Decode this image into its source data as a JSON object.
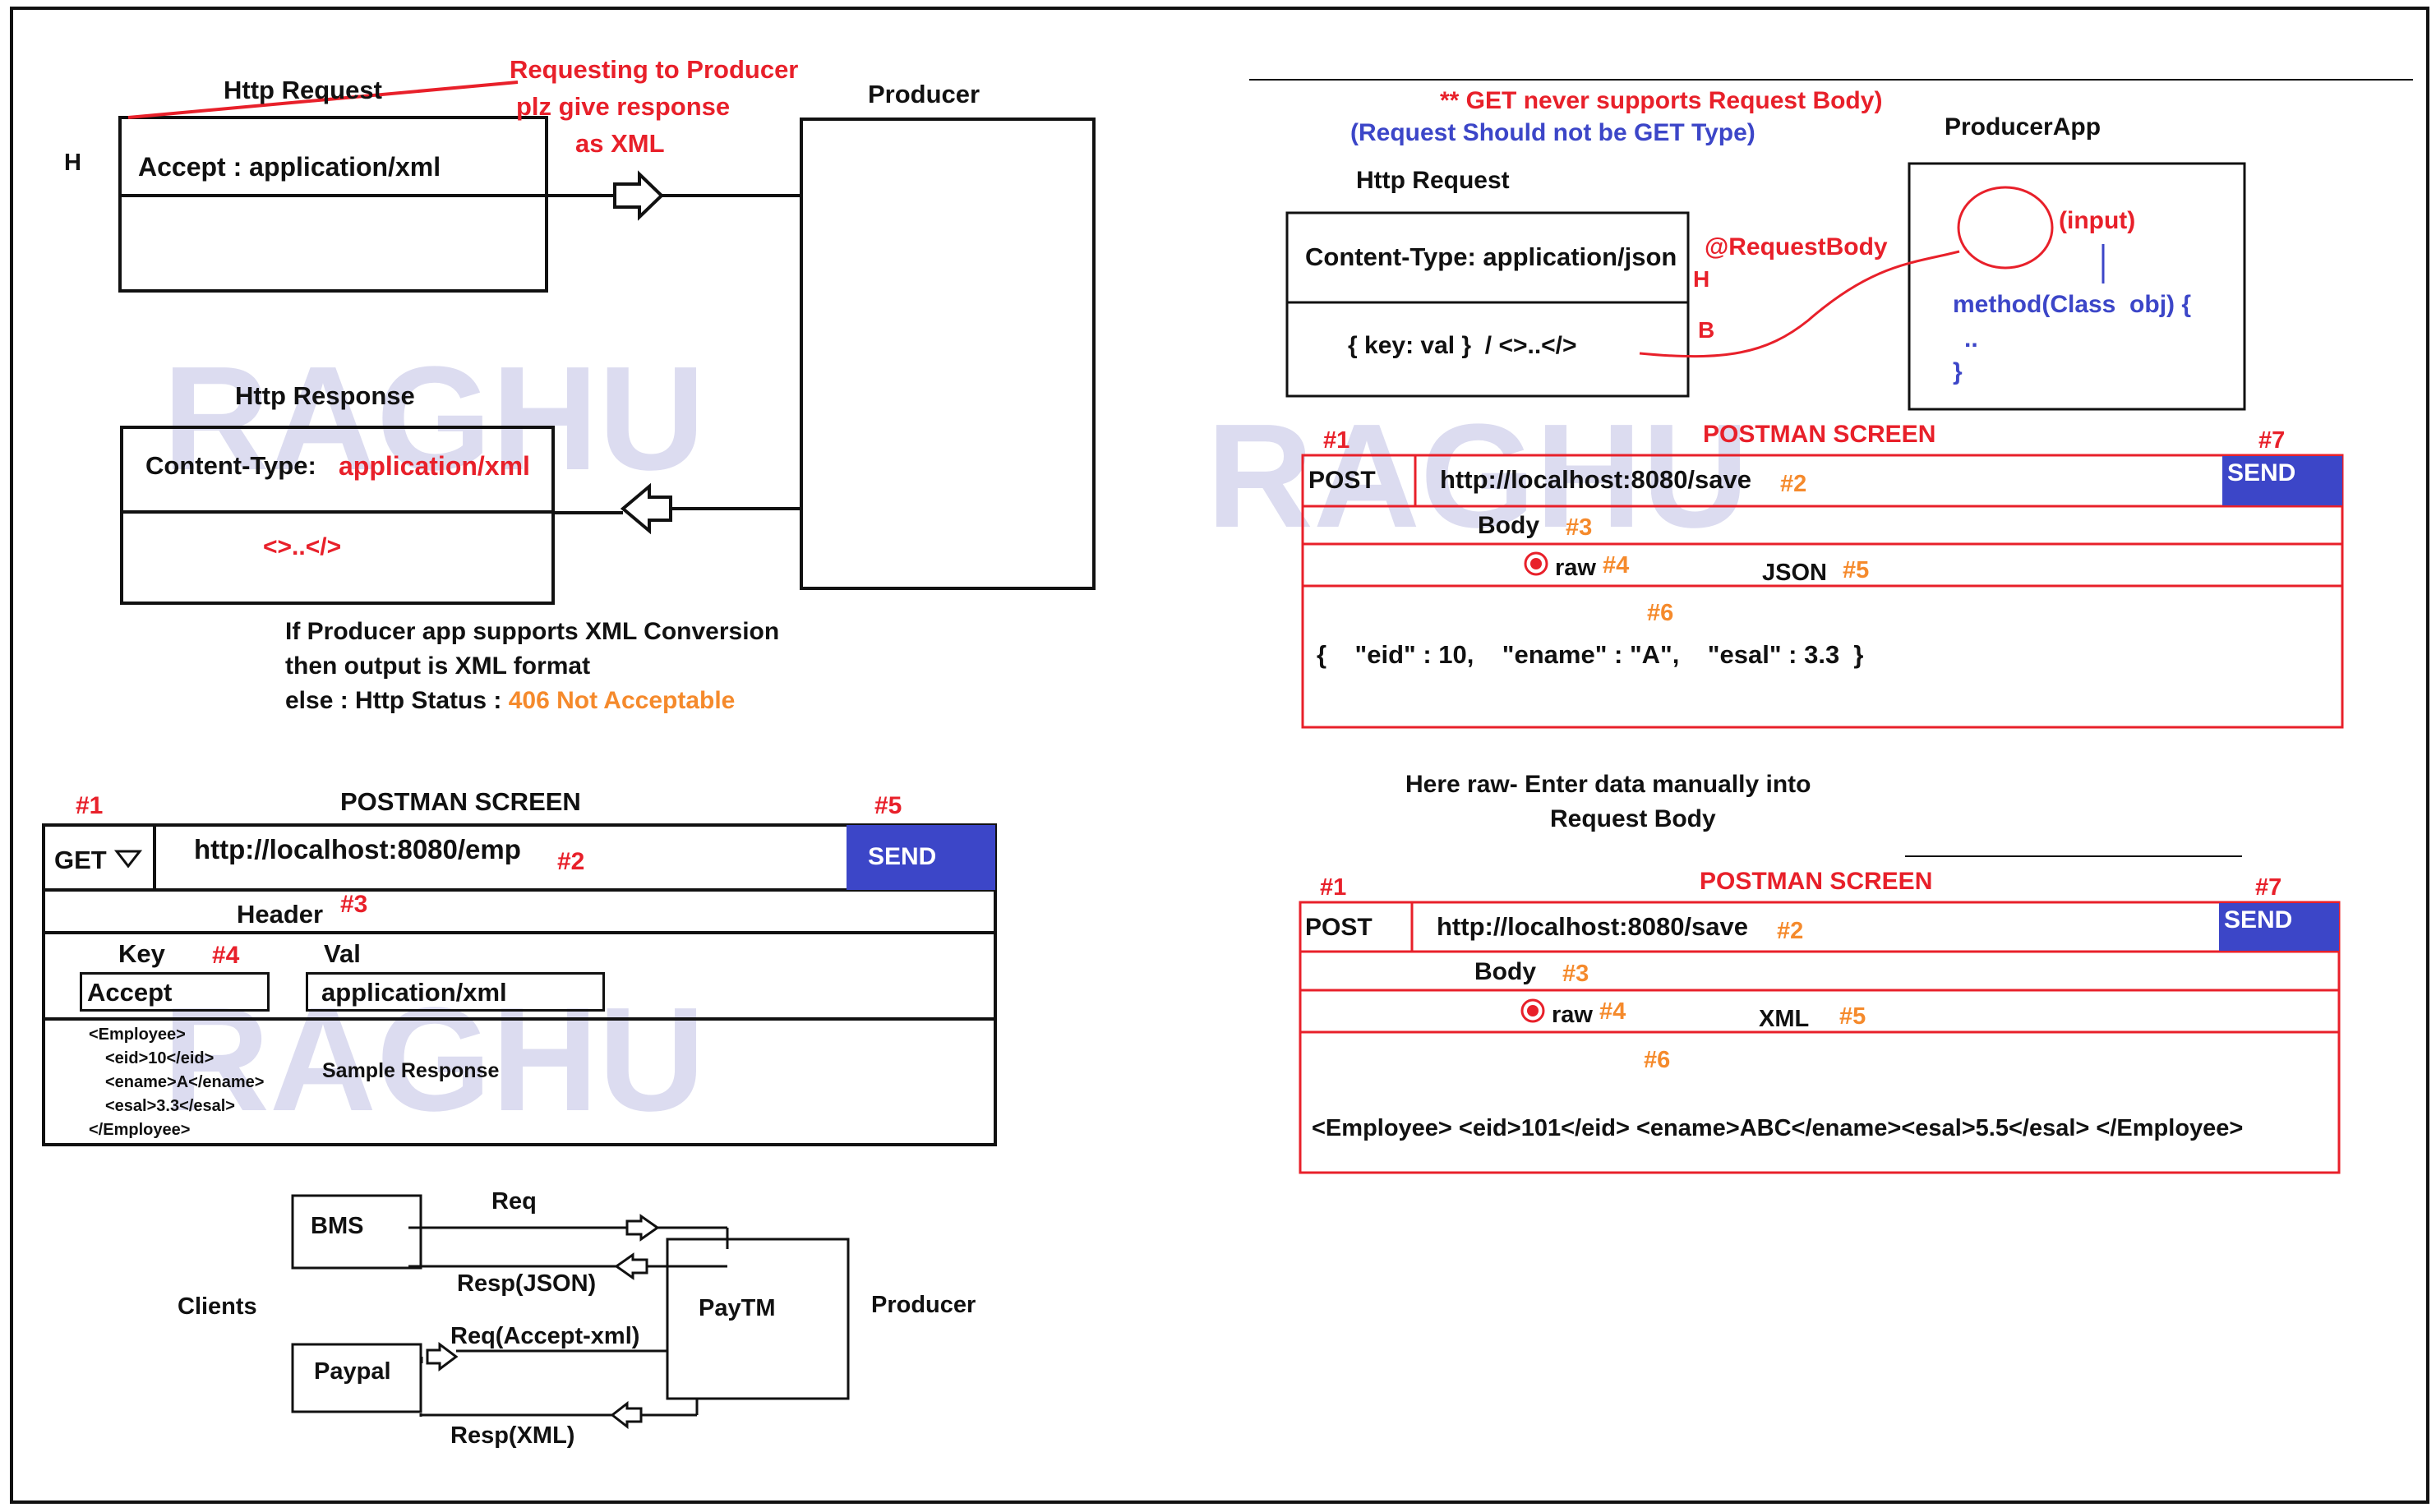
{
  "watermark": "RAGHU",
  "left": {
    "h_label": "H",
    "request_title": "Http Request",
    "accept_header": "Accept : application/xml",
    "annotation": [
      "Requesting to Producer",
      "plz give response",
      "as XML"
    ],
    "producer_title": "Producer",
    "response_title": "Http Response",
    "content_type_label": "Content-Type:",
    "content_type_value": "application/xml",
    "response_body": "<>..</>",
    "note_line1": "If Producer app supports XML Conversion",
    "note_line2": "then output is XML format",
    "note_line3_prefix": "else : Http Status : ",
    "note_line3_status": "406 Not Acceptable"
  },
  "postman_get": {
    "step1": "#1",
    "title": "POSTMAN SCREEN",
    "step5": "#5",
    "method": "GET",
    "url": "http://localhost:8080/emp",
    "step2": "#2",
    "send": "SEND",
    "header_label": "Header",
    "step3": "#3",
    "key_label": "Key",
    "step4": "#4",
    "val_label": "Val",
    "key_value": "Accept",
    "val_value": "application/xml",
    "sample_lines": [
      "<Employee>",
      "<eid>10</eid>",
      "<ename>A</ename>",
      "<esal>3.3</esal>",
      "</Employee>"
    ],
    "sample_label": "Sample Response"
  },
  "clients": {
    "bms": "BMS",
    "paypal": "Paypal",
    "clients_label": "Clients",
    "req": "Req",
    "resp_json": "Resp(JSON)",
    "req_accept": "Req(Accept-xml)",
    "resp_xml": "Resp(XML)",
    "paytm": "PayTM",
    "producer": "Producer"
  },
  "right": {
    "note_red": "** GET never supports Request Body)",
    "note_blue": "(Request Should not be GET Type)",
    "request_title": "Http Request",
    "content_type": "Content-Type: application/json",
    "body": "{ key: val }  / <>..</>",
    "h_marker": "H",
    "b_marker": "B",
    "request_body_ann": "@RequestBody",
    "producer_app_title": "ProducerApp",
    "input_label": "(input)",
    "method_line": "method(Class  obj) {",
    "dots": "..",
    "closing": "}"
  },
  "postman_json": {
    "step1": "#1",
    "title": "POSTMAN SCREEN",
    "step7": "#7",
    "method": "POST",
    "url": "http://localhost:8080/save",
    "step2": "#2",
    "send": "SEND",
    "body_label": "Body",
    "step3": "#3",
    "raw_label": "raw",
    "step4": "#4",
    "format_label": "JSON",
    "step5": "#5",
    "step6": "#6",
    "content": "{    \"eid\" : 10,    \"ename\" : \"A\",    \"esal\" : 3.3  }"
  },
  "raw_note": [
    "Here raw- Enter data manually into",
    "Request Body"
  ],
  "postman_xml": {
    "step1": "#1",
    "title": "POSTMAN SCREEN",
    "step7": "#7",
    "method": "POST",
    "url": "http://localhost:8080/save",
    "step2": "#2",
    "send": "SEND",
    "body_label": "Body",
    "step3": "#3",
    "raw_label": "raw",
    "step4": "#4",
    "format_label": "XML",
    "step5": "#5",
    "step6": "#6",
    "content": "<Employee> <eid>101</eid> <ename>ABC</ename><esal>5.5</esal> </Employee>"
  },
  "colors": {
    "red": "#e8202a",
    "blue": "#3c46c8",
    "orange": "#f58a2c",
    "watermark": "#dcdcf0",
    "black": "#111111"
  }
}
